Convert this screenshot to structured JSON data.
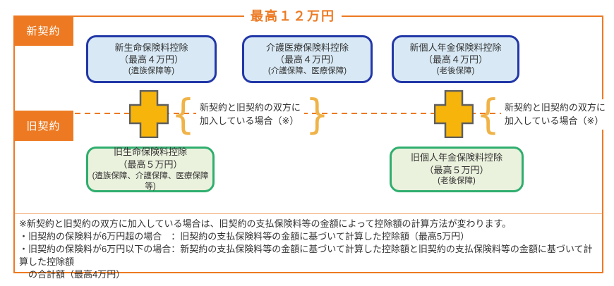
{
  "colors": {
    "orange": "#ED7A22",
    "orange-light": "#F0A468",
    "brace": "#F0B348",
    "plus-fill": "#F7B50C",
    "plus-stroke": "#5E5E5E",
    "blue-border": "#2237A8",
    "blue-fill": "#D8E9F5",
    "green-border": "#2FAE6E",
    "green-fill": "#EAF1DC",
    "text": "#333333"
  },
  "header": {
    "max_total": "最高１２万円"
  },
  "rows": {
    "new_label": "新契約",
    "old_label": "旧契約"
  },
  "new_boxes": [
    {
      "name": "新生命保険料控除",
      "max": "（最高４万円）",
      "coverage": "(遺族保障等)"
    },
    {
      "name": "介護医療保険料控除",
      "max": "（最高４万円）",
      "coverage": "(介護保障、医療保障)"
    },
    {
      "name": "新個人年金保険料控除",
      "max": "（最高４万円）",
      "coverage": "(老後保障)"
    }
  ],
  "old_boxes": [
    {
      "name": "旧生命保険料控除",
      "max": "（最高５万円）",
      "coverage": "(遺族保障、介護保障、医療保障等)"
    },
    {
      "name": "旧個人年金保険料控除",
      "max": "（最高５万円）",
      "coverage": "(老後保障)"
    }
  ],
  "plus_note": {
    "line1": "新契約と旧契約の双方に",
    "line2": "加入している場合（※）",
    "brace_open": "{",
    "brace_close": "}"
  },
  "footnote": {
    "line1": "※新契約と旧契約の双方に加入している場合は、旧契約の支払保険料等の金額によって控除額の計算方法が変わります。",
    "line2": "・旧契約の保険料が6万円超の場合　：旧契約の支払保険料等の金額に基づいて計算した控除額（最高5万円）",
    "line3": "・旧契約の保険料が6万円以下の場合：新契約の支払保険料等の金額に基づいて計算した控除額と旧契約の支払保険料等の金額に基づいて計算した控除額",
    "line4": "の合計額（最高4万円）"
  }
}
